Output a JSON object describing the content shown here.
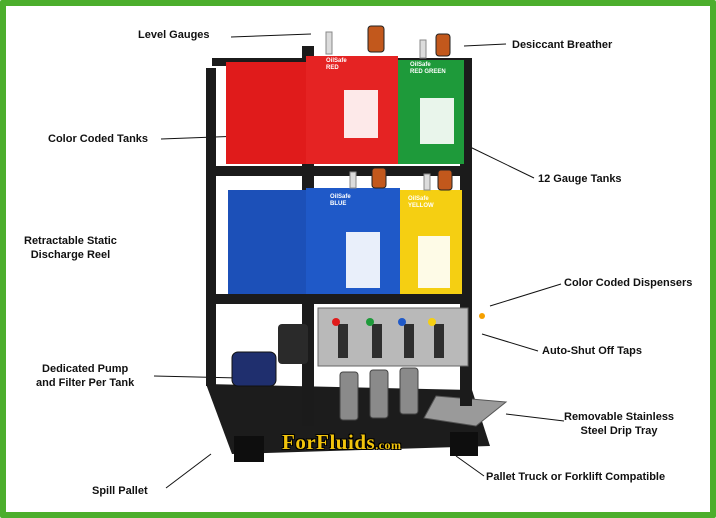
{
  "callouts": {
    "level_gauges": "Level Gauges",
    "desiccant_breather": "Desiccant Breather",
    "color_coded_tanks": "Color Coded Tanks",
    "gauge_tanks": "12 Gauge Tanks",
    "retractable_reel_line1": "Retractable Static",
    "retractable_reel_line2": "Discharge Reel",
    "color_coded_dispensers": "Color Coded Dispensers",
    "auto_shutoff_taps": "Auto-Shut Off Taps",
    "pump_filter_line1": "Dedicated Pump",
    "pump_filter_line2": "and Filter Per Tank",
    "drip_tray_line1": "Removable Stainless",
    "drip_tray_line2": "Steel Drip Tray",
    "spill_pallet": "Spill Pallet",
    "pallet_truck": "Pallet Truck or Forklift Compatible"
  },
  "logo": {
    "name": "ForFluids",
    "suffix": ".com"
  },
  "tanks": [
    {
      "brand": "OilSafe",
      "color_name": "RED",
      "color": "#e01b1b"
    },
    {
      "brand": "OilSafe",
      "color_name": "RED GREEN",
      "color": "#1e9a3a"
    },
    {
      "brand": "OilSafe",
      "color_name": "BLUE",
      "color": "#1f59c8"
    },
    {
      "brand": "OilSafe",
      "color_name": "YELLOW",
      "color": "#f5cf12"
    }
  ],
  "colors": {
    "frame_border": "#4cae2c",
    "rack": "#1a1a1a",
    "logo_text": "#f2c40c"
  }
}
